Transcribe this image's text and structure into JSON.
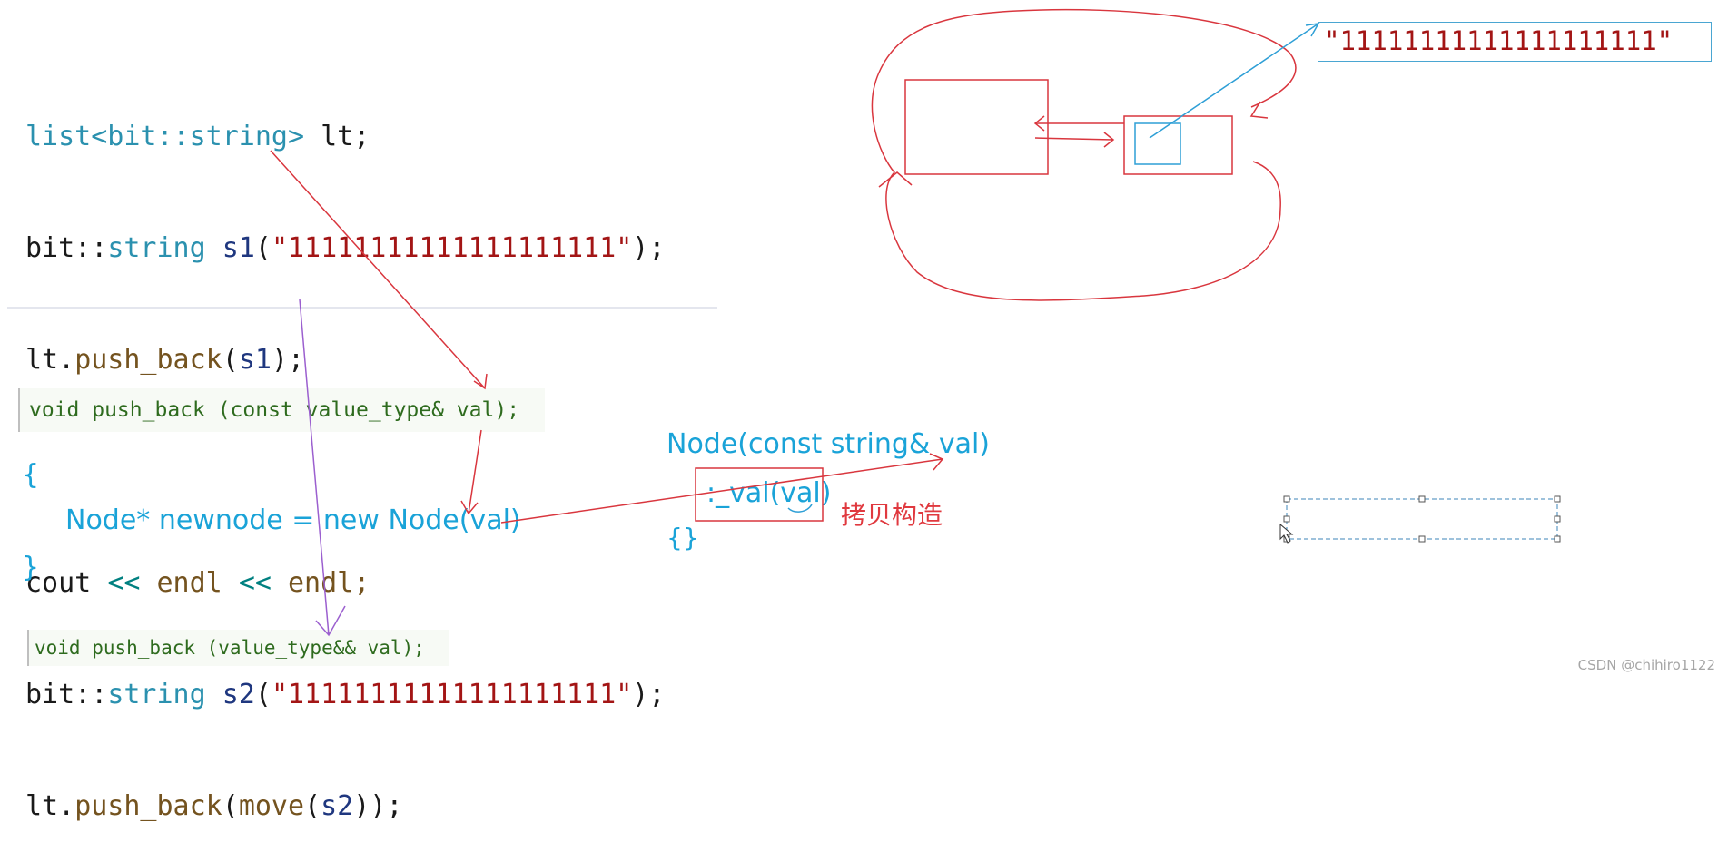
{
  "code": {
    "line1": {
      "type": "list<bit::string>",
      "rest": " lt;"
    },
    "line2": {
      "ns": "bit::",
      "type": "string",
      "var": " s1",
      "open": "(",
      "str": "\"11111111111111111111\"",
      "close": ");"
    },
    "line3": {
      "obj": "lt.",
      "fn": "push_back",
      "open": "(",
      "var": "s1",
      "close": ");"
    },
    "line4": {
      "a": "cout ",
      "op1": "<<",
      "b": " endl ",
      "op2": "<<",
      "c": " endl;"
    },
    "line5": {
      "ns": "bit::",
      "type": "string",
      "var": " s2",
      "open": "(",
      "str": "\"11111111111111111111\"",
      "close": ");"
    },
    "line6": {
      "obj": "lt.",
      "fn": "push_back",
      "open": "(",
      "fn2": "move",
      "open2": "(",
      "var": "s2",
      "close": "));"
    }
  },
  "signature_const_ref": "void push_back (const value_type& val);",
  "signature_rvalue": "void push_back (value_type&& val);",
  "block": {
    "open": "{",
    "body": "Node* newnode = new Node(val)",
    "close": "}"
  },
  "node_ctor": {
    "signature": "Node(const string& val)",
    "init": ":_val(val)",
    "body": "{}",
    "note": "拷贝构造"
  },
  "string_literal_box": "\"11111111111111111111\"",
  "watermark": "CSDN @chihiro1122",
  "colors": {
    "annotation_red": "#d9363e",
    "annotation_blue": "#2e9fd6",
    "annotation_purple": "#9b5fcf",
    "code_blue_text": "#1aa3d8"
  }
}
